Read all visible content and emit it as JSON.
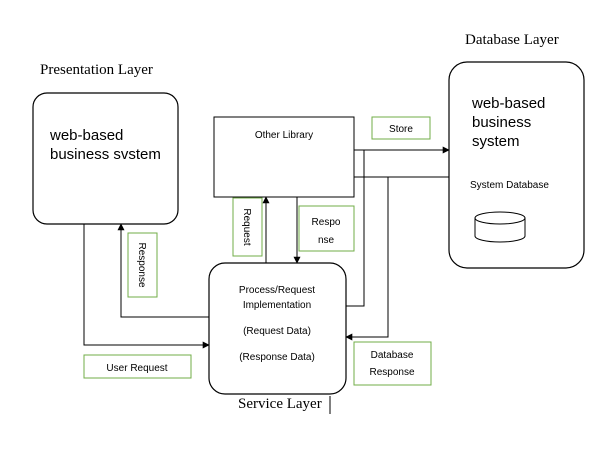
{
  "layers": {
    "presentation": "Presentation Layer",
    "database": "Database Layer",
    "service": "Service Layer"
  },
  "presentation_box": {
    "line1": "web-based",
    "line2": "business svstem"
  },
  "database_box": {
    "line1": "web-based",
    "line2": "business",
    "line3": "system",
    "caption": "System Database"
  },
  "other_library": "Other Library",
  "service_box": {
    "line1": "Process/Request",
    "line2": "Implementation",
    "line3": "(Request Data)",
    "line4": "(Response Data)"
  },
  "labels": {
    "store": "Store",
    "request_vertical": "Request",
    "response_split_1": "Respo",
    "response_split_2": "nse",
    "response_vertical": "Response",
    "user_request": "User Request",
    "db_response_1": "Database",
    "db_response_2": "Response"
  },
  "colors": {
    "line": "#000000",
    "label_border": "#70ad47"
  }
}
